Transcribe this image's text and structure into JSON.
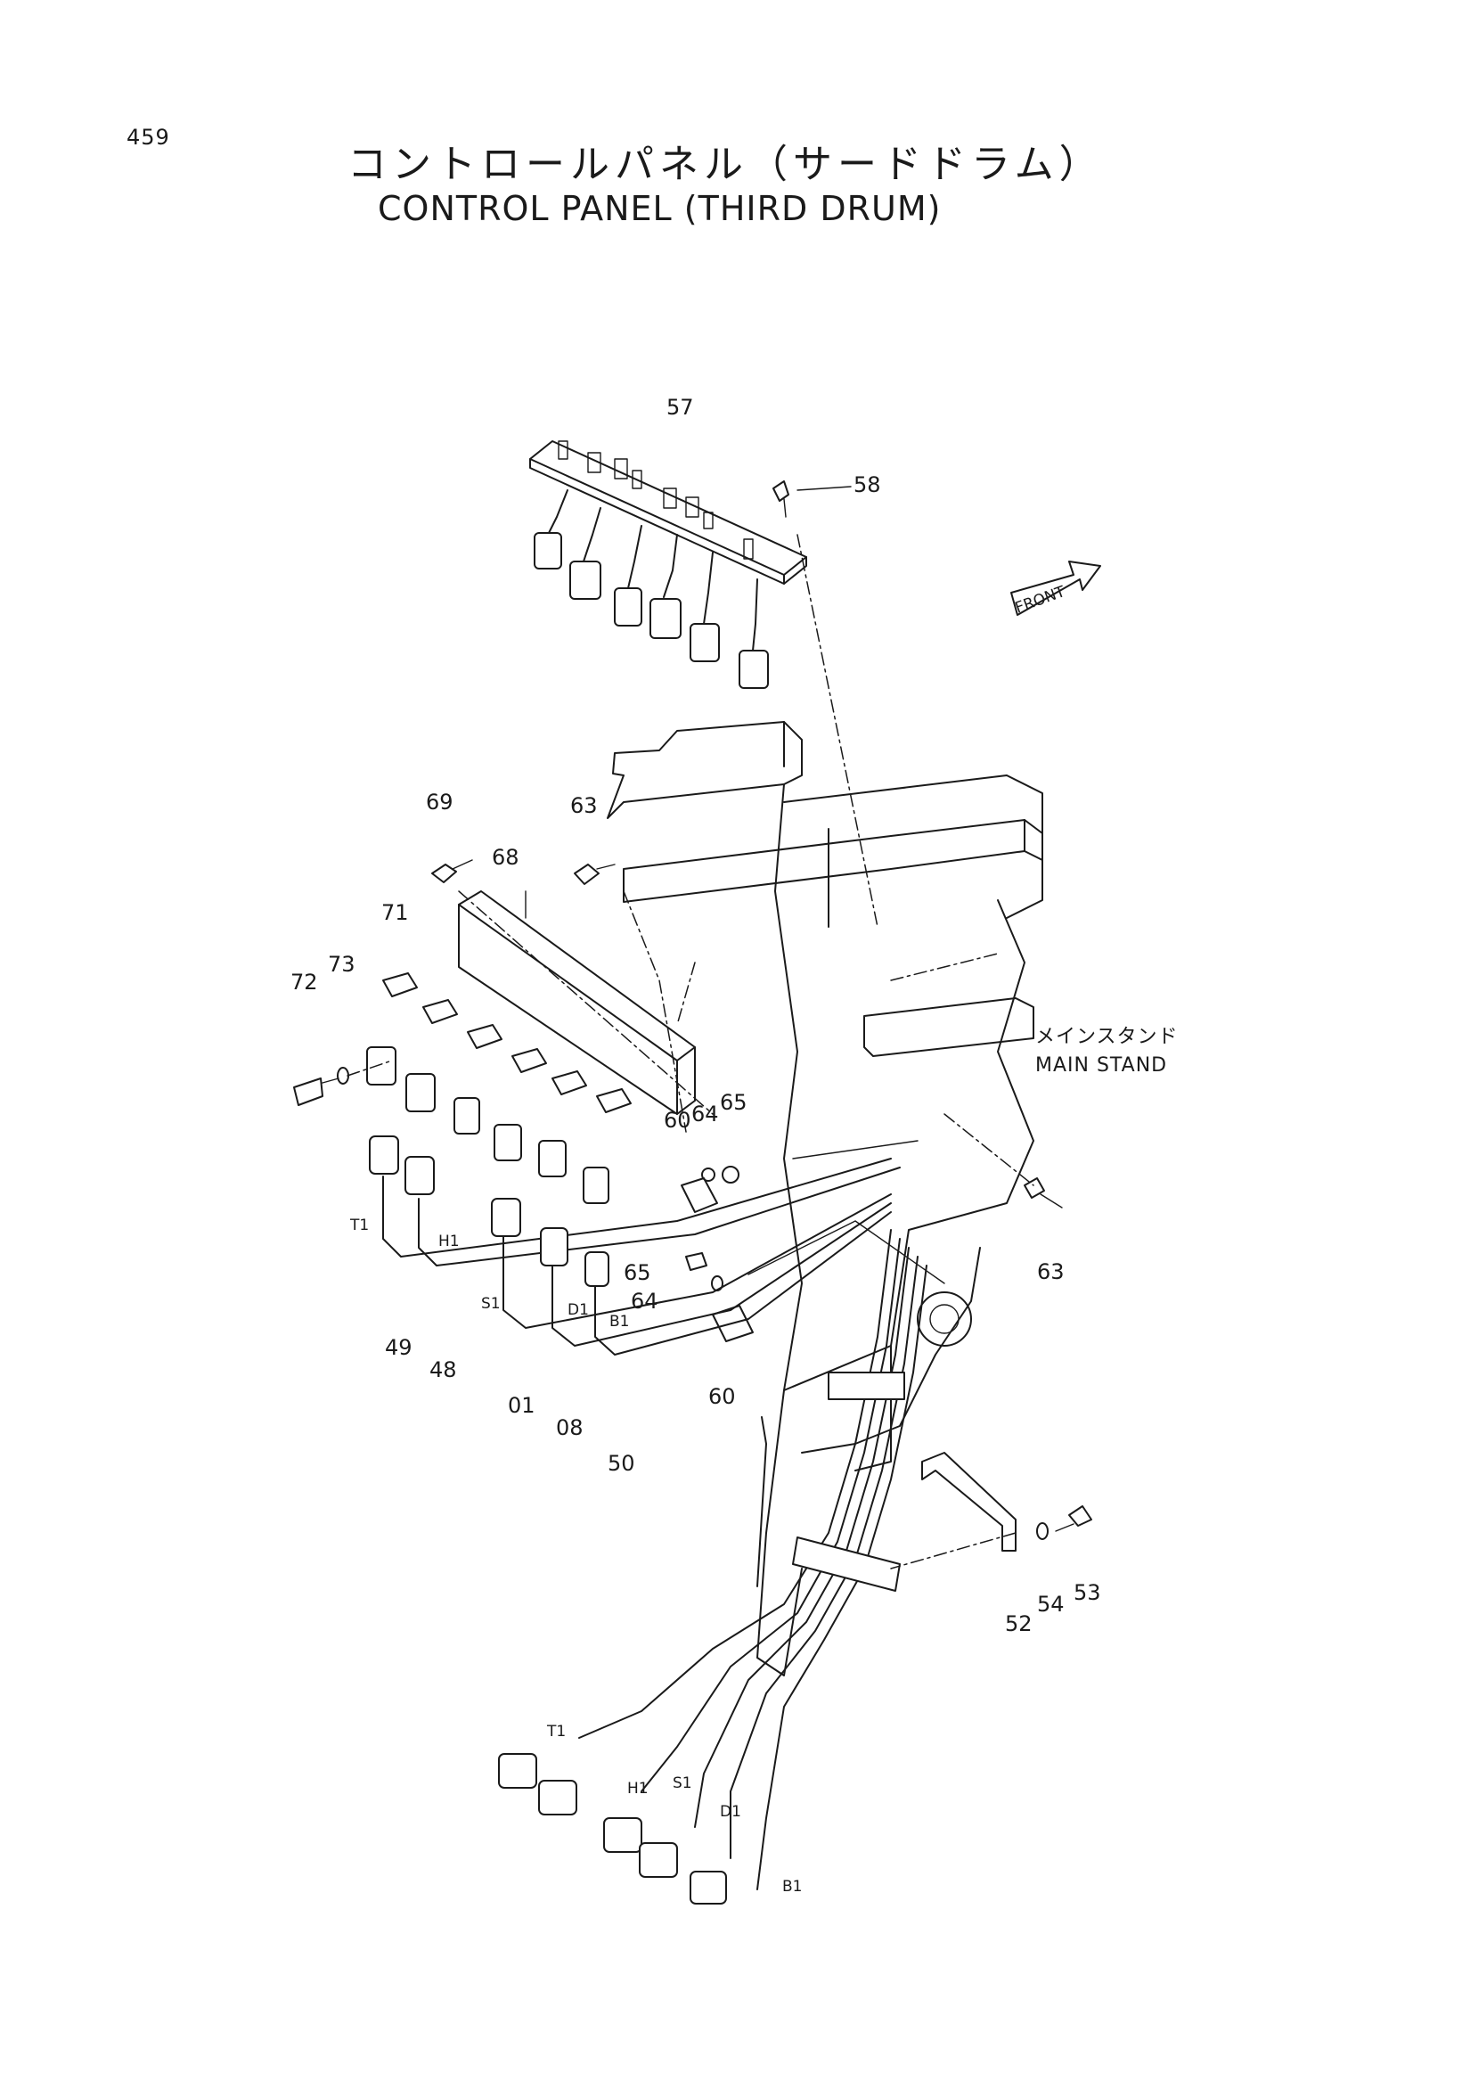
{
  "page_number": "459",
  "title_jp": "コントロールパネル（サードドラム）",
  "title_en": "CONTROL PANEL (THIRD DRUM)",
  "front_marker": "FRONT",
  "main_stand": {
    "jp": "メインスタンド",
    "en": "MAIN STAND"
  },
  "part_callouts": [
    "57",
    "58",
    "69",
    "63",
    "68",
    "71",
    "72",
    "73",
    "60",
    "64",
    "65",
    "63",
    "65",
    "64",
    "60",
    "49",
    "48",
    "01",
    "08",
    "50",
    "52",
    "54",
    "53"
  ],
  "wire_tags": [
    "T1",
    "H1",
    "S1",
    "D1",
    "B1",
    "T1",
    "H1",
    "S1",
    "D1",
    "B1"
  ]
}
